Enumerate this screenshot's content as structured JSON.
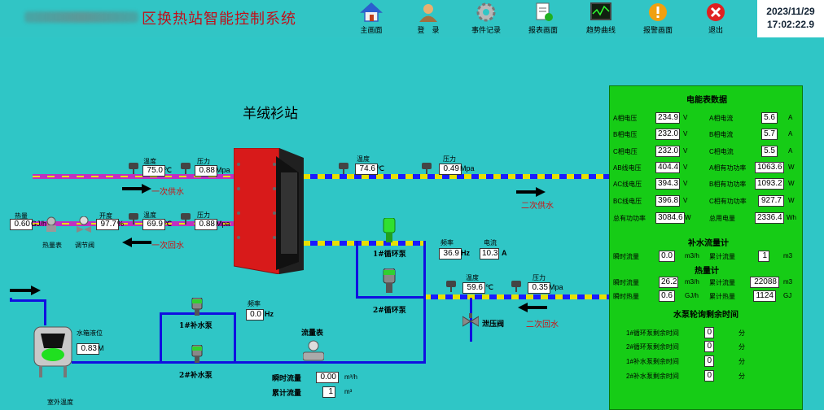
{
  "header": {
    "title": "区换热站智能控制系统",
    "date": "2023/11/29",
    "time": "17:02:22.9",
    "nav": [
      {
        "label": "主画面",
        "icon": "home-icon"
      },
      {
        "label": "登　录",
        "icon": "user-icon"
      },
      {
        "label": "事件记录",
        "icon": "gear-icon"
      },
      {
        "label": "报表画面",
        "icon": "report-icon"
      },
      {
        "label": "趋势曲线",
        "icon": "trend-icon"
      },
      {
        "label": "报警画面",
        "icon": "alarm-icon"
      },
      {
        "label": "退出",
        "icon": "close-icon"
      }
    ]
  },
  "station": {
    "name": "羊绒衫站"
  },
  "primary": {
    "supply_in": {
      "temp_label": "温度",
      "temp": "75.0",
      "temp_unit": "℃",
      "press_label": "压力",
      "press": "0.88",
      "press_unit": "Mpa",
      "flow_label": "一次供水"
    },
    "return": {
      "heat_label": "热量",
      "heat": "0.60",
      "heat_unit": "GJ/h",
      "open_label": "开度",
      "open": "97.7",
      "open_unit": "%",
      "temp_label": "温度",
      "temp": "69.9",
      "temp_unit": "℃",
      "press_label": "压力",
      "press": "0.88",
      "press_unit": "Mpa",
      "meter_label": "热量表",
      "valve_label": "调节阀",
      "flow_label": "一次回水"
    }
  },
  "secondary": {
    "supply": {
      "temp_label": "温度",
      "temp": "74.6",
      "temp_unit": "℃",
      "press_label": "压力",
      "press": "0.49",
      "press_unit": "Mpa",
      "flow_label": "二次供水"
    },
    "return": {
      "temp_label": "温度",
      "temp": "59.6",
      "temp_unit": "℃",
      "press_label": "压力",
      "press": "0.35",
      "press_unit": "Mpa",
      "flow_label": "二次回水",
      "valve_label": "泄压阀"
    }
  },
  "circ_pumps": {
    "p1_label": "1#循环泵",
    "p2_label": "2#循环泵",
    "freq_label": "频率",
    "freq": "36.9",
    "freq_unit": "Hz",
    "current_label": "电流",
    "current": "10.3",
    "current_unit": "A"
  },
  "makeup": {
    "p1_label": "1#补水泵",
    "p2_label": "2#补水泵",
    "freq_label": "频率",
    "freq": "0.0",
    "freq_unit": "Hz",
    "tank_label": "水箱液位",
    "tank": "0.83",
    "tank_unit": "M",
    "meter_label": "流量表",
    "inst_label": "瞬时流量",
    "inst": "0.00",
    "inst_unit": "m³/h",
    "total_label": "累计流量",
    "total": "1",
    "total_unit": "m³",
    "outdoor_label": "室外温度"
  },
  "panel": {
    "title": "电能表数据",
    "power": [
      {
        "l1": "A相电压",
        "v1": "234.9",
        "u1": "V",
        "l2": "A相电流",
        "v2": "5.6",
        "u2": "A"
      },
      {
        "l1": "B相电压",
        "v1": "232.0",
        "u1": "V",
        "l2": "B相电流",
        "v2": "5.7",
        "u2": "A"
      },
      {
        "l1": "C相电压",
        "v1": "232.0",
        "u1": "V",
        "l2": "C相电流",
        "v2": "5.5",
        "u2": "A"
      },
      {
        "l1": "AB线电压",
        "v1": "404.4",
        "u1": "V",
        "l2": "A相有功功率",
        "v2": "1063.6",
        "u2": "W"
      },
      {
        "l1": "AC线电压",
        "v1": "394.3",
        "u1": "V",
        "l2": "B相有功功率",
        "v2": "1093.2",
        "u2": "W"
      },
      {
        "l1": "BC线电压",
        "v1": "396.8",
        "u1": "V",
        "l2": "C相有功功率",
        "v2": "927.7",
        "u2": "W"
      },
      {
        "l1": "总有功功率",
        "v1": "3084.6",
        "u1": "W",
        "l2": "总用电量",
        "v2": "2336.4",
        "u2": "Wh"
      }
    ],
    "makeup_title": "补水流量计",
    "makeup_inst_label": "瞬时流量",
    "makeup_inst": "0.0",
    "makeup_inst_unit": "m3/h",
    "makeup_total_label": "累计流量",
    "makeup_total": "1",
    "makeup_total_unit": "m3",
    "heat_title": "热量计",
    "heat_inst_label": "瞬时流量",
    "heat_inst": "26.2",
    "heat_inst_unit": "m3/h",
    "heat_total_label": "累计流量",
    "heat_total": "22088",
    "heat_total_unit": "m3",
    "heat_rate_label": "瞬时热量",
    "heat_rate": "0.6",
    "heat_rate_unit": "GJ/h",
    "heat_sum_label": "累计热量",
    "heat_sum": "1124",
    "heat_sum_unit": "GJ",
    "rot_title": "水泵轮询剩余时间",
    "rot": [
      {
        "l": "1#循环泵剩余时间",
        "v": "0",
        "u": "分"
      },
      {
        "l": "2#循环泵剩余时间",
        "v": "0",
        "u": "分"
      },
      {
        "l": "1#补水泵剩余时间",
        "v": "0",
        "u": "分"
      },
      {
        "l": "2#补水泵剩余时间",
        "v": "0",
        "u": "分"
      }
    ]
  },
  "colors": {
    "background": "#2fc6c6",
    "panel": "#16cc16",
    "title": "#c0101a",
    "hot_pipe": "#c030c0",
    "cold_pipe": "#1010e0",
    "exchanger": "#d81a1a"
  }
}
